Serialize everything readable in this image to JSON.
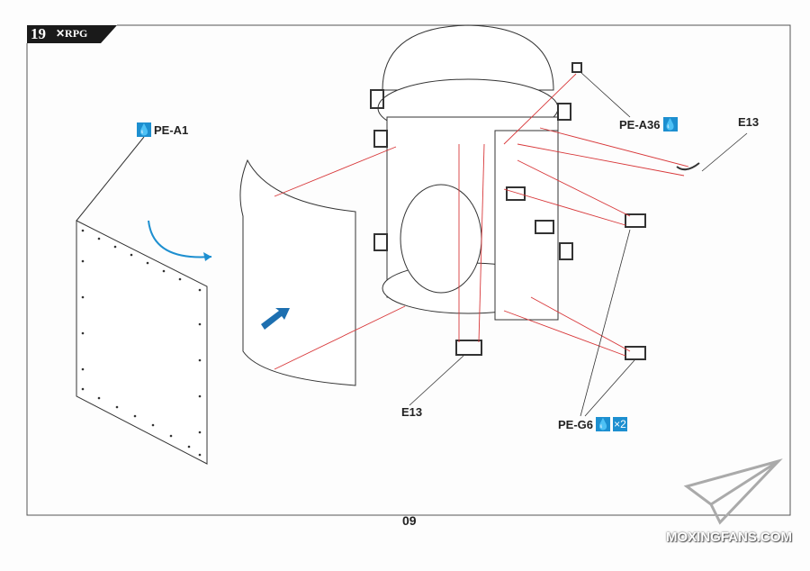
{
  "header": {
    "step_number": "19",
    "brand": "✕RPG"
  },
  "labels": {
    "pe_a1": "PE-A1",
    "pe_a36": "PE-A36",
    "e13_top": "E13",
    "e13_bottom": "E13",
    "pe_g6": "PE-G6",
    "pe_g6_qty": "×2"
  },
  "icons": {
    "glue": "glue-drop-icon"
  },
  "colors": {
    "accent": "#1d8fd0",
    "arrow": "#d8383a"
  },
  "footer": {
    "page_number": "09",
    "watermark": "MOXINGFANS.COM"
  }
}
